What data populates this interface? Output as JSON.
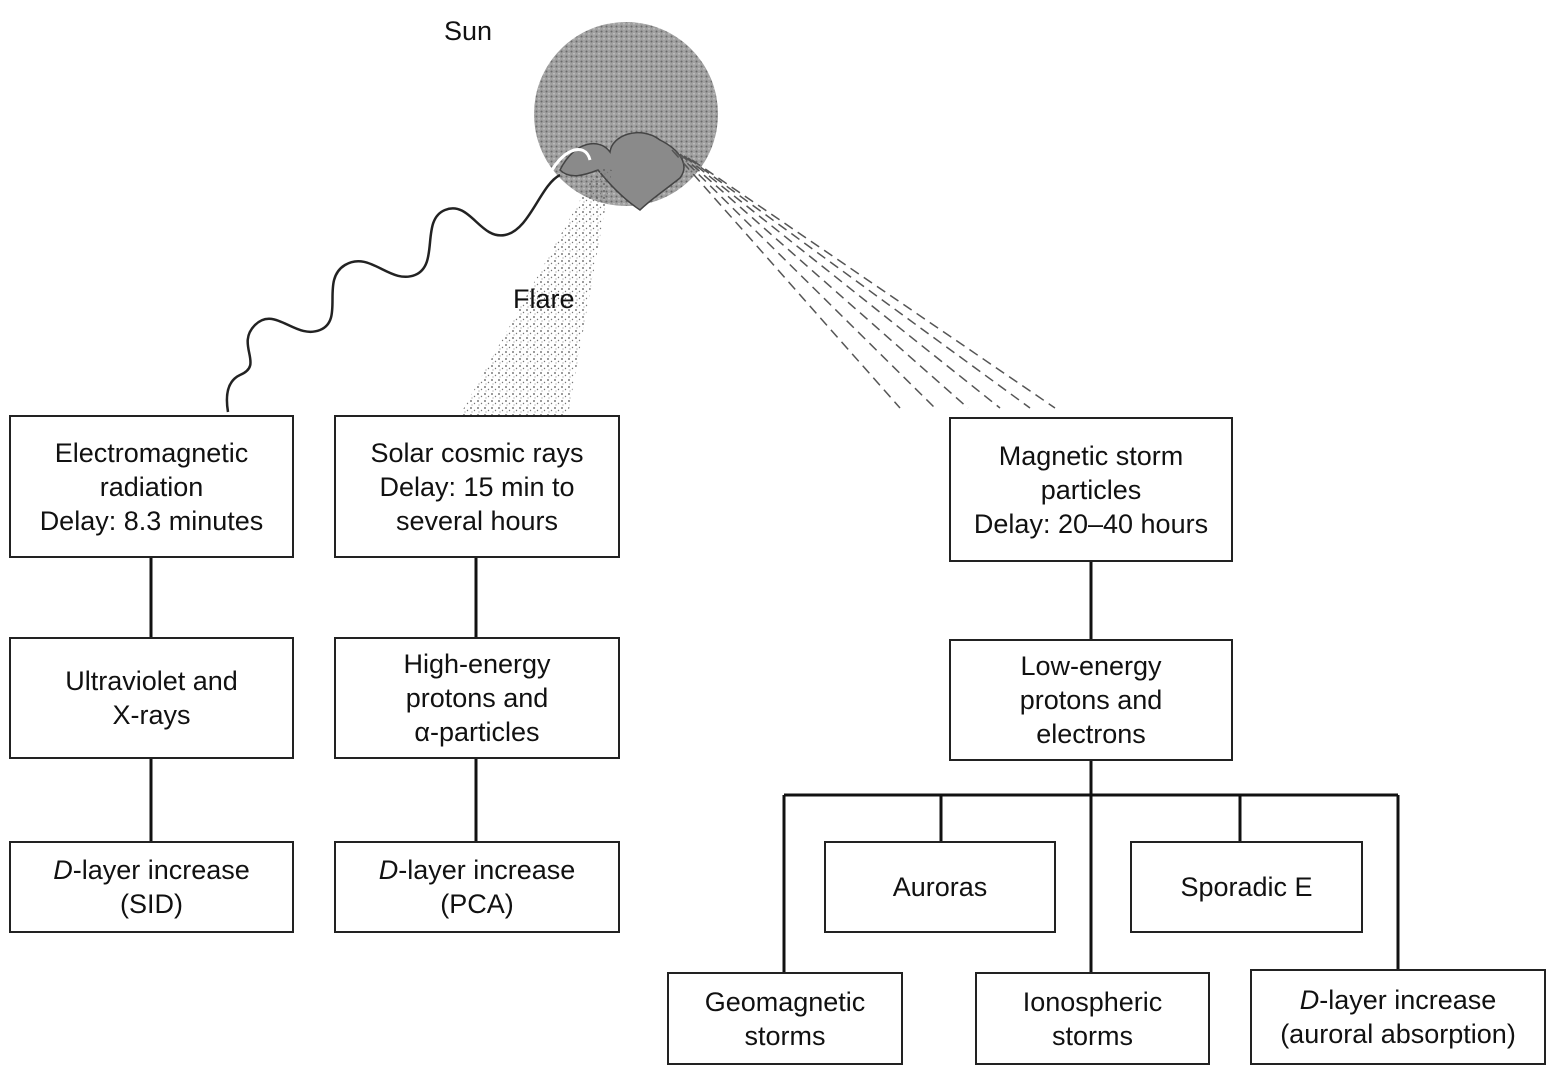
{
  "labels": {
    "sun": "Sun",
    "flare": "Flare"
  },
  "boxes": {
    "em": {
      "line1": "Electromagnetic",
      "line2": "radiation",
      "line3": "Delay: 8.3 minutes"
    },
    "scr": {
      "line1": "Solar cosmic rays",
      "line2": "Delay: 15 min to",
      "line3": "several hours"
    },
    "msp": {
      "line1": "Magnetic storm",
      "line2": "particles",
      "line3": "Delay: 20–40 hours"
    },
    "uvx": {
      "line1": "Ultraviolet and",
      "line2": "X-rays"
    },
    "hep": {
      "line1": "High-energy",
      "line2": "protons and",
      "line3": "α-particles"
    },
    "lep": {
      "line1": "Low-energy",
      "line2": "protons and",
      "line3": "electrons"
    },
    "sid": {
      "d": "D",
      "rest": "-layer increase",
      "line2": "(SID)"
    },
    "pca": {
      "d": "D",
      "rest": "-layer increase",
      "line2": "(PCA)"
    },
    "auroras": {
      "line1": "Auroras"
    },
    "sporadic": {
      "line1": "Sporadic E"
    },
    "geo": {
      "line1": "Geomagnetic",
      "line2": "storms"
    },
    "iono": {
      "line1": "Ionospheric",
      "line2": "storms"
    },
    "aur_abs": {
      "d": "D",
      "rest": "-layer increase",
      "line2": "(auroral absorption)"
    }
  }
}
